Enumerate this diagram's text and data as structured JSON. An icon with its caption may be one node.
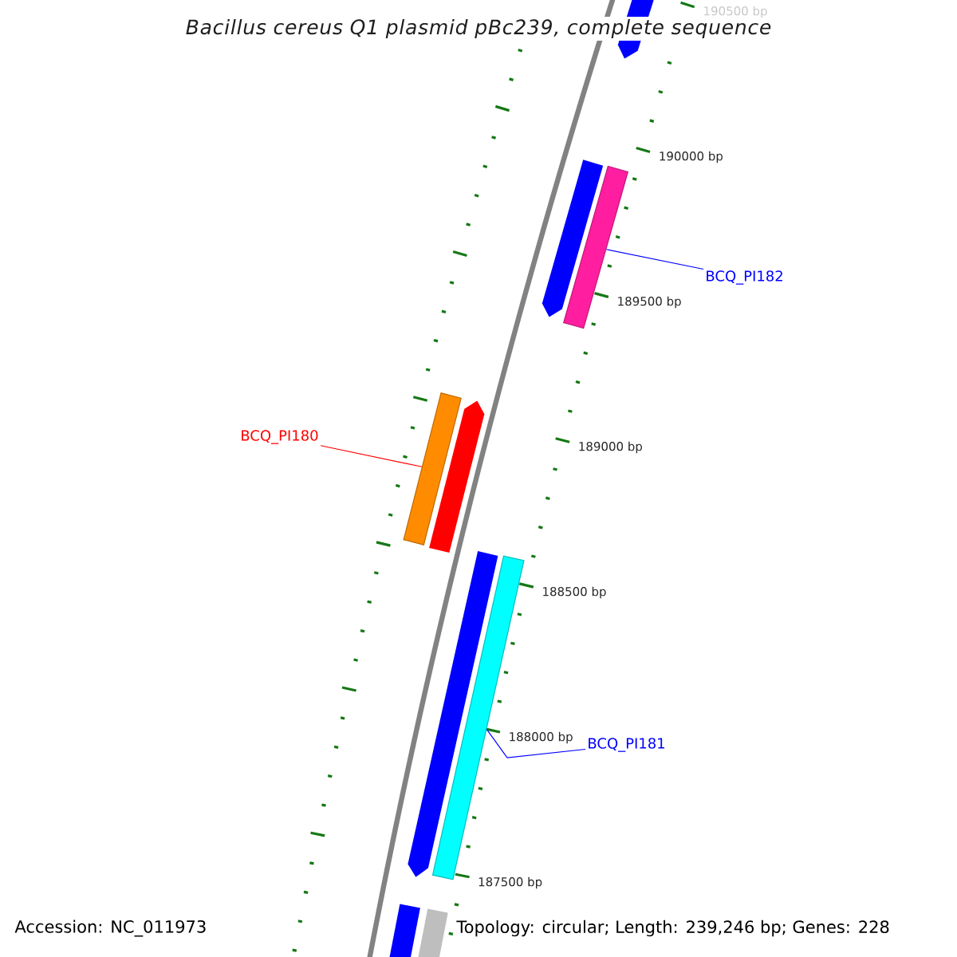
{
  "diagram": {
    "title": "Bacillus cereus Q1 plasmid pBc239, complete sequence",
    "nodes": [
      {
        "text": [
          "BCQ_PI182"
        ]
      },
      {
        "text": [],
        "shape": "bar"
      },
      {
        "text": [
          "BCQ_PI180"
        ]
      },
      {
        "text": [],
        "shape": "bar"
      },
      {
        "text": [
          "BCQ_PI181"
        ]
      },
      {
        "text": [],
        "shape": "bar"
      }
    ],
    "edges": [
      {
        "from": 0,
        "to": 1,
        "arrow": "none",
        "color": "#0000ff"
      },
      {
        "from": 2,
        "to": 3,
        "arrow": "none",
        "color": "#ff0000"
      },
      {
        "from": 4,
        "to": 5,
        "arrow": "none",
        "color": "#0000ff"
      }
    ],
    "labels": [
      "190500 bp",
      "190000 bp",
      "189500 bp",
      "189000 bp",
      "188500 bp",
      "188000 bp",
      "187500 bp",
      "Accession: NC_011973",
      "Topology: circular; Length: 239,246 bp; Genes: 228"
    ]
  }
}
